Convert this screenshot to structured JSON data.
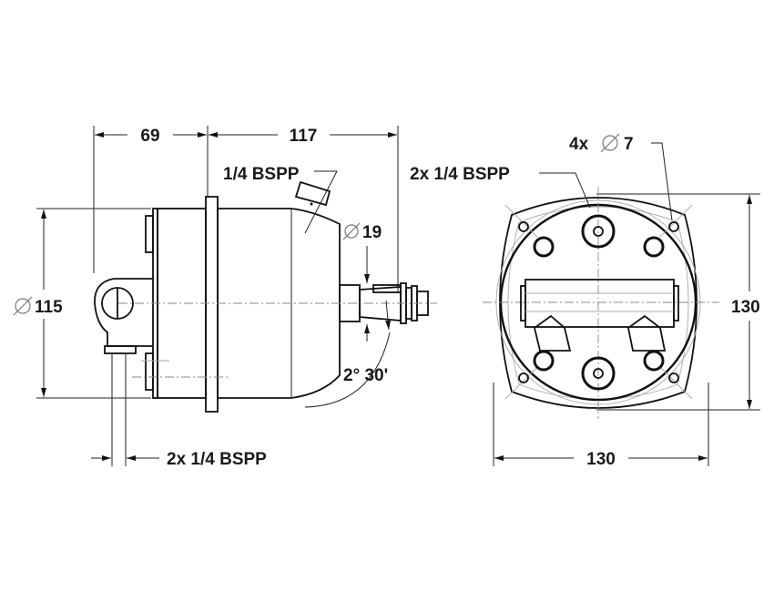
{
  "side_view": {
    "dim_length_rear": "69",
    "dim_length_front": "117",
    "dim_diameter": "115",
    "dim_shaft_diameter": "19",
    "top_port_label": "1/4 BSPP",
    "bottom_ports_label": "2x 1/4 BSPP",
    "tilt_angle": "2° 30'"
  },
  "front_view": {
    "dim_height": "130",
    "dim_width": "130",
    "mount_holes_label": "4x",
    "mount_holes_diameter": "7",
    "ports_label": "2x 1/4 BSPP"
  },
  "colors": {
    "line": "#111111",
    "centerline": "#888888"
  }
}
